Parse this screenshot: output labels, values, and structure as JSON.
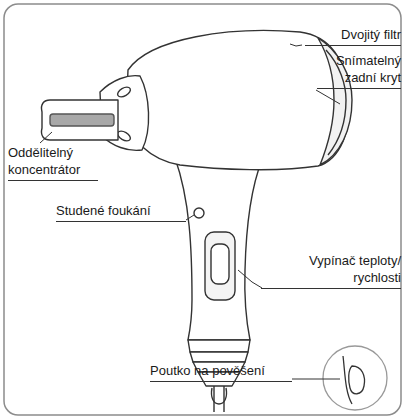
{
  "diagram": {
    "labels": [
      "Dvojitý filtr",
      "Snímatelný zadní kryt",
      "Oddělitelný koncentrátor",
      "Studené foukání",
      "Vypínač teploty/ rychlosti",
      "Poutko na pověšení"
    ]
  }
}
